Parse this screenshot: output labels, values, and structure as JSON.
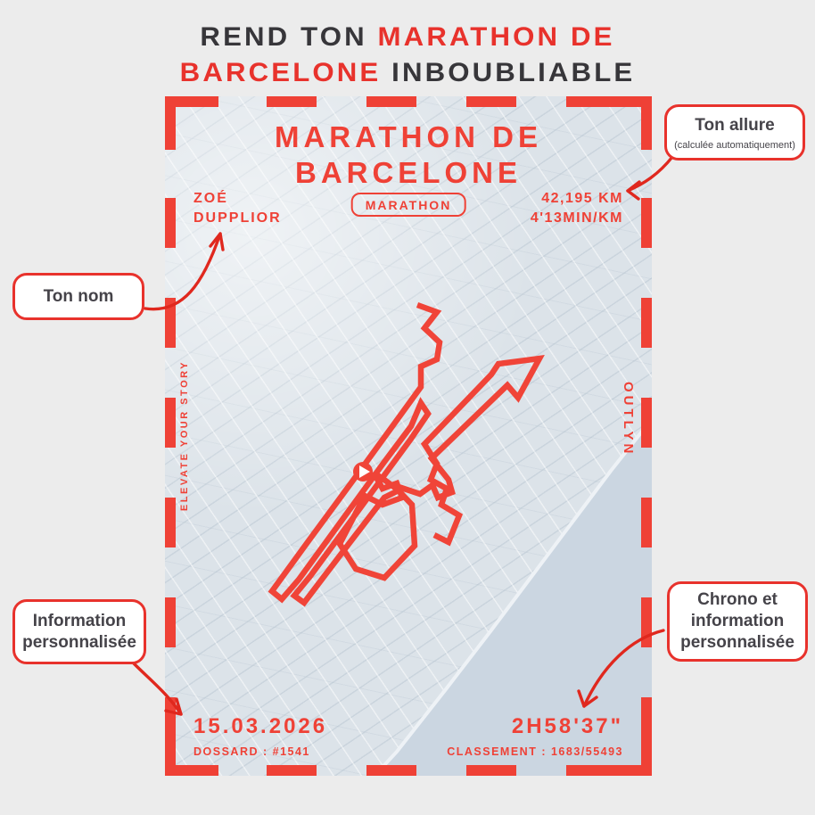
{
  "colors": {
    "accent_red": "#e8322c",
    "poster_red": "#ef4136",
    "dark_text": "#37363a",
    "map_land": "#dce3e9",
    "map_sea": "#cbd6e1"
  },
  "headline": {
    "line1_dark": "REND TON ",
    "line1_red": "MARATHON DE",
    "line2_red": "BARCELONE ",
    "line2_dark": "INBOUBLIABLE"
  },
  "poster": {
    "title_line1": "MARATHON DE",
    "title_line2": "BARCELONE",
    "runner_name_line1": "ZOÉ",
    "runner_name_line2": "DUPPLIOR",
    "badge": "MARATHON",
    "distance": "42,195 KM",
    "pace": "4'13MIN/KM",
    "tagline_left": "ELEVATE YOUR STORY",
    "brand_right": "OUTLYN",
    "date": "15.03.2026",
    "bib": "DOSSARD : #1541",
    "time": "2H58'37\"",
    "ranking": "CLASSEMENT : 1683/55493"
  },
  "callouts": {
    "pace_label": "Ton allure",
    "pace_sub": "(calculée automatiquement)",
    "name_label": "Ton nom",
    "info_label": "Information personnalisée",
    "chrono_label": "Chrono et information personnalisée"
  }
}
